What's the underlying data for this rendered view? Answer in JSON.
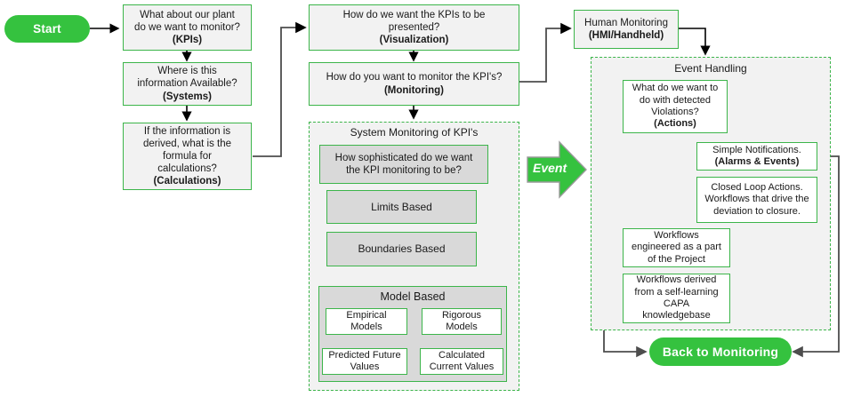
{
  "diagram": {
    "title": "KPI Monitoring and Event Handling Flowchart",
    "colors": {
      "accent_green": "#35c23f",
      "node_border": "#3cb54a",
      "node_fill": "#f2f2f2",
      "node_fill_grey": "#d9d9d9",
      "connector": "#000000",
      "connector_grey": "#6e6e6e",
      "connector_light": "#b3b3b3"
    }
  },
  "start": {
    "label": "Start"
  },
  "left_column": [
    {
      "line1": "What about our plant",
      "line2": "do we want to monitor?",
      "bold": "(KPIs)"
    },
    {
      "line1": "Where is this",
      "line2": "information Available?",
      "bold": "(Systems)"
    },
    {
      "line1": "If the information is",
      "line2": "derived, what is the",
      "line3": "formula for",
      "line4": "calculations?",
      "bold": "(Calculations)"
    }
  ],
  "middle_column": [
    {
      "line1": "How do we want the KPIs to be",
      "line2": "presented?",
      "bold": "(Visualization)"
    },
    {
      "line1": "How do you want to monitor the KPI's?",
      "bold": "(Monitoring)"
    }
  ],
  "system_monitoring": {
    "title": "System Monitoring of KPI's",
    "question": {
      "line1": "How sophisticated do we want",
      "line2": "the KPI monitoring to be?"
    },
    "options": [
      {
        "label": "Limits Based"
      },
      {
        "label": "Boundaries Based"
      }
    ],
    "model_based": {
      "title": "Model Based",
      "items": [
        {
          "line1": "Empirical",
          "line2": "Models"
        },
        {
          "line1": "Rigorous Models",
          "line2": ""
        },
        {
          "line1": "Predicted Future",
          "line2": "Values"
        },
        {
          "line1": "Calculated",
          "line2": "Current Values"
        }
      ]
    }
  },
  "event_arrow": {
    "label": "Event"
  },
  "human_monitoring": {
    "line1": "Human Monitoring",
    "bold": "(HMI/Handheld)"
  },
  "event_handling": {
    "title": "Event Handling",
    "actions": {
      "line1": "What do we want to",
      "line2": "do with detected",
      "line3": "Violations?",
      "bold": "(Actions)"
    },
    "branches": [
      {
        "line1": "Simple Notifications.",
        "bold": "(Alarms & Events)"
      },
      {
        "line1": "Closed Loop Actions.",
        "line2": "Workflows that drive the",
        "line3": "deviation to closure."
      }
    ],
    "workflows": [
      {
        "line1": "Workflows",
        "line2": "engineered as a part",
        "line3": "of the Project"
      },
      {
        "line1": "Workflows derived",
        "line2": "from a self-learning",
        "line3": "CAPA",
        "line4": "knowledgebase"
      }
    ]
  },
  "back_to_monitoring": {
    "label": "Back to Monitoring"
  }
}
